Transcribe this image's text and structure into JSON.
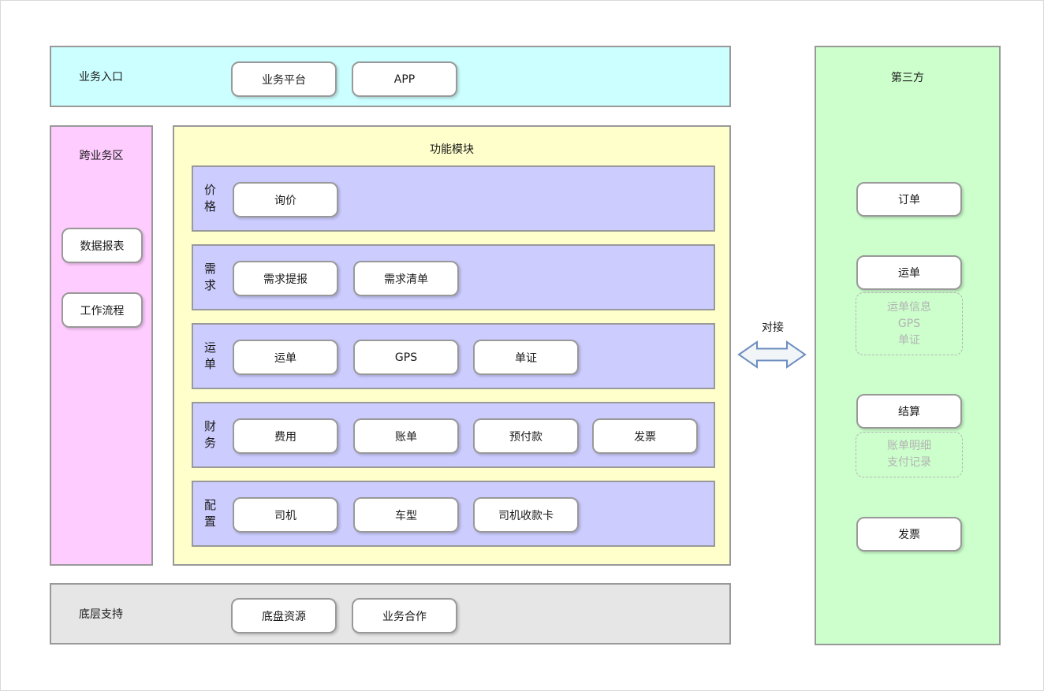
{
  "top_bar": {
    "label": "业务入口",
    "buttons": [
      "业务平台",
      "APP"
    ]
  },
  "cross_panel": {
    "label": "跨业务区",
    "buttons": [
      "数据报表",
      "工作流程"
    ]
  },
  "modules_panel": {
    "label": "功能模块",
    "rows": [
      {
        "label": "价格",
        "buttons": [
          "询价"
        ]
      },
      {
        "label": "需求",
        "buttons": [
          "需求提报",
          "需求清单"
        ]
      },
      {
        "label": "运单",
        "buttons": [
          "运单",
          "GPS",
          "单证"
        ]
      },
      {
        "label": "财务",
        "buttons": [
          "费用",
          "账单",
          "预付款",
          "发票"
        ]
      },
      {
        "label": "配置",
        "buttons": [
          "司机",
          "车型",
          "司机收款卡"
        ]
      }
    ]
  },
  "bottom_bar": {
    "label": "底层支持",
    "buttons": [
      "底盘资源",
      "业务合作"
    ]
  },
  "connector": {
    "label": "对接",
    "icon": "double-headed-arrow"
  },
  "third_party": {
    "label": "第三方",
    "buttons": [
      "订单",
      "运单",
      "结算",
      "发票"
    ],
    "dashed_notes": [
      {
        "lines": [
          "运单信息",
          "GPS",
          "单证"
        ]
      },
      {
        "lines": [
          "账单明细",
          "支付记录"
        ]
      }
    ]
  },
  "colors": {
    "entry_bg": "#ccffff",
    "cross_bg": "#ffccff",
    "modules_bg": "#ffffcc",
    "module_row_bg": "#ccccff",
    "support_bg": "#e6e6e6",
    "third_party_bg": "#ccffcc",
    "border": "#999999",
    "arrow_stroke": "#6c8ebf",
    "arrow_fill": "#f2f5f7",
    "muted_text": "#b3b3b3"
  }
}
